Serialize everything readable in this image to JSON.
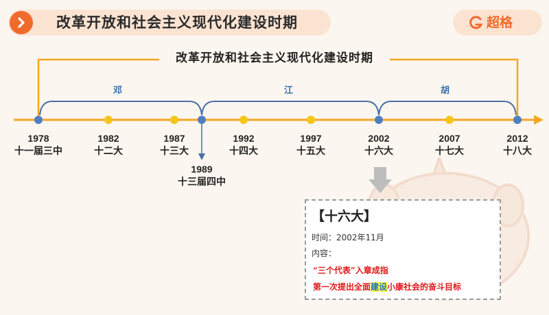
{
  "header": {
    "title": "改革开放和社会主义现代化建设时期",
    "logo_text": "超格",
    "accent": "#f06a2c"
  },
  "timeline": {
    "title": "改革开放和社会主义现代化建设时期",
    "eras": [
      "邓",
      "江",
      "胡"
    ],
    "nodes": [
      {
        "year": "1978",
        "event": "十一届三中"
      },
      {
        "year": "1982",
        "event": "十二大"
      },
      {
        "year": "1987",
        "event": "十三大"
      },
      {
        "year": "1992",
        "event": "十四大"
      },
      {
        "year": "1997",
        "event": "十五大"
      },
      {
        "year": "2002",
        "event": "十六大"
      },
      {
        "year": "2007",
        "event": "十七大"
      },
      {
        "year": "2012",
        "event": "十八大"
      }
    ],
    "extra_node": {
      "year": "1989",
      "event": "十三届四中"
    },
    "colors": {
      "axis": "#f5a623",
      "blue_dot": "#4f7fc0",
      "yellow_dot": "#f5c518",
      "brace": "#4a6fa5"
    }
  },
  "detail": {
    "heading": "【十六大】",
    "time_line": "时间：2002年11月",
    "content_label": "内容：",
    "point1": "“三个代表”入章成指",
    "point2_before": "第一次提出全面",
    "point2_highlight": "建设",
    "point2_after": "小康社会的奋斗目标"
  }
}
